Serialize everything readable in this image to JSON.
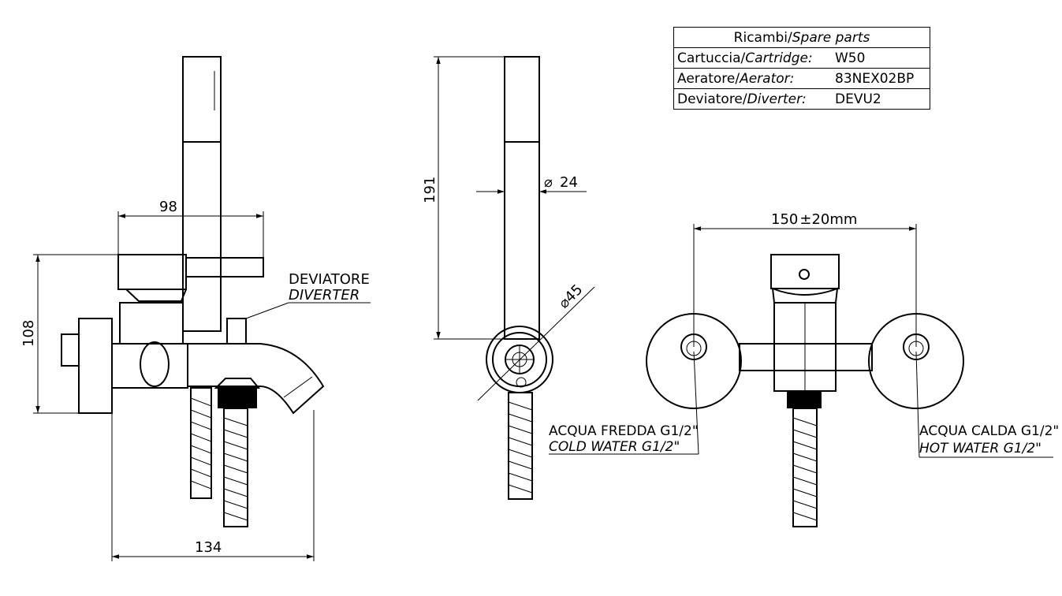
{
  "spare_parts": {
    "title_it": "Ricambi/",
    "title_en": "Spare parts",
    "rows": [
      {
        "label_it": "Cartuccia/",
        "label_en": "Cartridge:",
        "value": "W50"
      },
      {
        "label_it": "Aeratore/",
        "label_en": "Aerator:",
        "value": "83NEX02BP"
      },
      {
        "label_it": "Deviatore/",
        "label_en": "Diverter:",
        "value": "DEVU2"
      }
    ]
  },
  "side_view": {
    "dim_width_top": "98",
    "dim_height": "108",
    "dim_width_bottom": "134",
    "diverter_it": "DEVIATORE",
    "diverter_en": "DIVERTER"
  },
  "shower_view": {
    "dim_length": "191",
    "dim_handle_dia": "24",
    "dim_holder_dia": "45",
    "dia_symbol": "⌀"
  },
  "front_view": {
    "dim_centers": "150",
    "dim_tolerance": "±20mm",
    "cold_it": "ACQUA FREDDA G1/2\"",
    "cold_en": "COLD WATER G1/2\"",
    "hot_it": "ACQUA CALDA G1/2\"",
    "hot_en": "HOT WATER G1/2\""
  },
  "colors": {
    "cold": "#1a1aff",
    "hot": "#ff2020",
    "line": "#000000"
  }
}
